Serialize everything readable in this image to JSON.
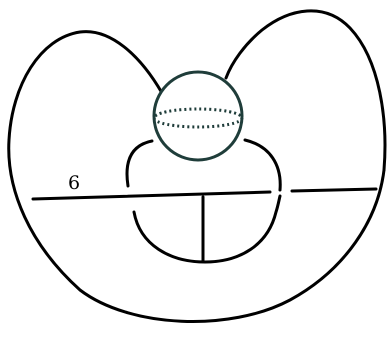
{
  "labels": {
    "edge_label": "6"
  },
  "colors": {
    "stroke": "#000000",
    "sphere_outline": "#1f3d3a",
    "sphere_fill": "#ffffff",
    "background": "#ffffff"
  },
  "elements": {
    "sphere": "sphere-with-dotted-equator",
    "ends": "flat-line-endings"
  }
}
